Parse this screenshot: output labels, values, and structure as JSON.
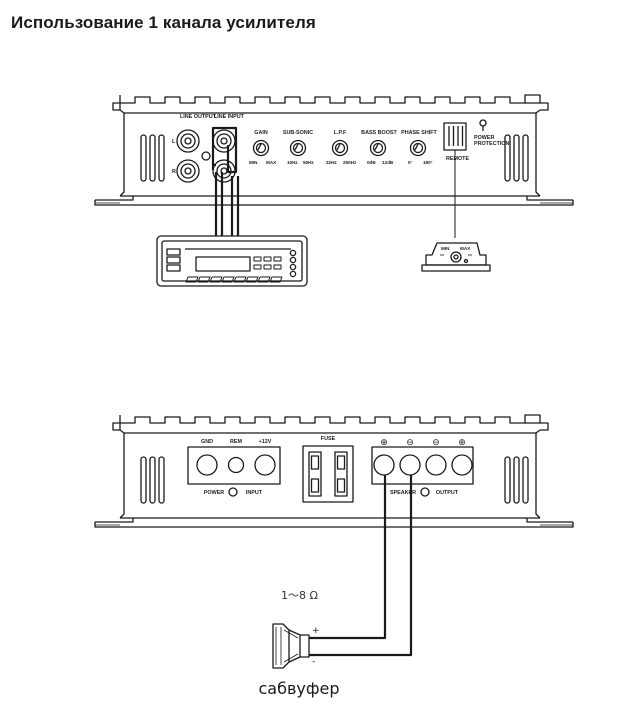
{
  "page": {
    "title": "Использование 1 канала усилителя"
  },
  "top_amp": {
    "line_output": "LINE OUTPUT",
    "line_input": "LINE INPUT",
    "ch_l": "L",
    "ch_r": "R",
    "knobs": [
      {
        "title": "GAIN",
        "min": "MIN",
        "max": "MAX"
      },
      {
        "title": "SUB-SONIC",
        "min": "10Hz",
        "max": "50Hz"
      },
      {
        "title": "L.P.F",
        "min": "32Hz",
        "max": "250Hz"
      },
      {
        "title": "BASS BOOST",
        "min": "0dB",
        "max": "12dB"
      },
      {
        "title": "PHASE SHIFT",
        "min": "0°",
        "max": "180°"
      }
    ],
    "remote": "REMOTE",
    "power_protection_1": "POWER",
    "power_protection_2": "PROTECTION"
  },
  "remote_unit": {
    "min": "MIN",
    "max": "MAX"
  },
  "bottom_amp": {
    "gnd": "GND",
    "rem": "REM",
    "plus12": "+12V",
    "power": "POWER",
    "input": "INPUT",
    "fuse": "FUSE",
    "speaker": "SPEAKER",
    "output": "OUTPUT",
    "polarity": [
      "⊕",
      "⊖",
      "⊖",
      "⊕"
    ]
  },
  "speaker": {
    "impedance": "1～8 Ω",
    "plus": "+",
    "minus": "-",
    "caption": "сабвуфер"
  }
}
